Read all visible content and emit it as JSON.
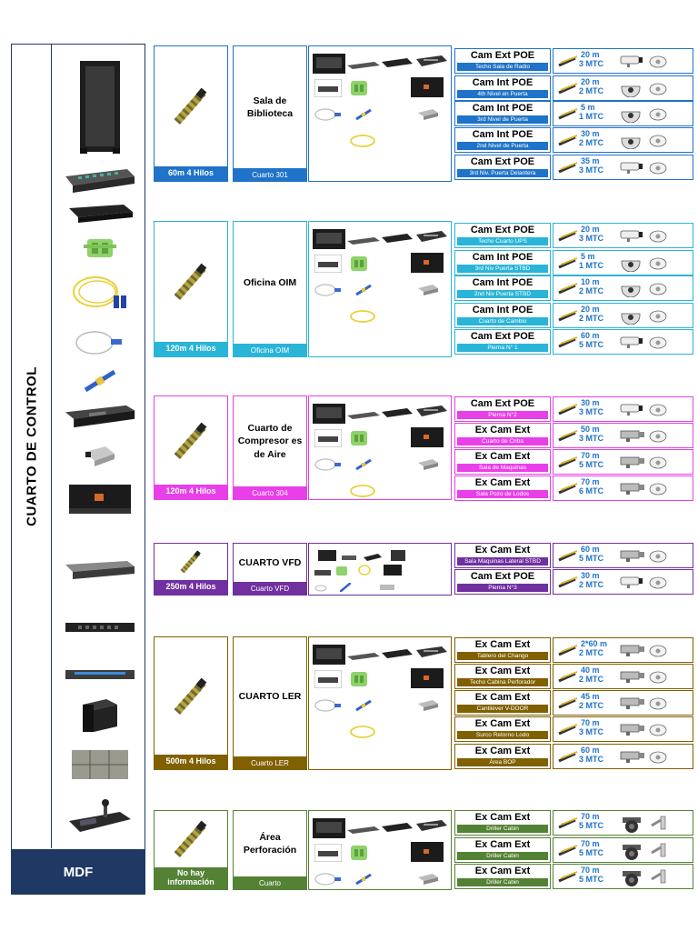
{
  "control": {
    "label": "CUARTO DE CONTROL",
    "footer": "MDF"
  },
  "colors": {
    "blue": "#1f73c8",
    "cyan": "#29b4d8",
    "magenta": "#e83fe8",
    "purple": "#7030a0",
    "olive": "#806000",
    "green": "#548235",
    "navy": "#1f3864"
  },
  "groups": [
    {
      "id": "biblioteca",
      "color": "#1f73c8",
      "cable": "60m 4 Hilos",
      "room": "Sala de Biblioteca",
      "sub": "Cuarto 301",
      "cams": [
        {
          "type": "Cam Ext POE",
          "loc": "Techo Sala de Radio",
          "len": "20 m",
          "mtc": "3 MTC"
        },
        {
          "type": "Cam Int POE",
          "loc": "4th Nivel en Puerta",
          "len": "20 m",
          "mtc": "2 MTC"
        },
        {
          "type": "Cam Int POE",
          "loc": "3rd Nivel de Puerta",
          "len": "5 m",
          "mtc": "1 MTC"
        },
        {
          "type": "Cam Int POE",
          "loc": "2nd Nivel de Puerta",
          "len": "30 m",
          "mtc": "2 MTC"
        },
        {
          "type": "Cam Ext POE",
          "loc": "3rd Niv. Puerta Delantera",
          "len": "35 m",
          "mtc": "3 MTC"
        }
      ]
    },
    {
      "id": "oim",
      "color": "#29b4d8",
      "cable": "120m 4 Hilos",
      "room": "Oficina OIM",
      "sub": "Oficina OIM",
      "cams": [
        {
          "type": "Cam Ext POE",
          "loc": "Techo Cuarto UPS",
          "len": "20 m",
          "mtc": "3 MTC"
        },
        {
          "type": "Cam Int POE",
          "loc": "3rd Niv Puerta STBD",
          "len": "5 m",
          "mtc": "1 MTC"
        },
        {
          "type": "Cam Int POE",
          "loc": "2nd Niv Puerta STBD",
          "len": "10 m",
          "mtc": "2 MTC"
        },
        {
          "type": "Cam Int POE",
          "loc": "Cuarto de Cambio",
          "len": "20 m",
          "mtc": "2 MTC"
        },
        {
          "type": "Cam Ext POE",
          "loc": "Pierna N° 1",
          "len": "60 m",
          "mtc": "5 MTC"
        }
      ]
    },
    {
      "id": "compresor",
      "color": "#e83fe8",
      "cable": "120m 4 Hilos",
      "room": "Cuarto de Compresor es de Aire",
      "sub": "Cuarto 304",
      "cams": [
        {
          "type": "Cam Ext POE",
          "loc": "Pierna N°2",
          "len": "30 m",
          "mtc": "3 MTC"
        },
        {
          "type": "Ex Cam Ext",
          "loc": "Cuarto de Criba",
          "len": "50 m",
          "mtc": "3 MTC"
        },
        {
          "type": "Ex Cam Ext",
          "loc": "Sala de Maquinas",
          "len": "70 m",
          "mtc": "5 MTC"
        },
        {
          "type": "Ex Cam Ext",
          "loc": "Sala Pozo de Lodos",
          "len": "70 m",
          "mtc": "6 MTC"
        }
      ]
    },
    {
      "id": "vfd",
      "color": "#7030a0",
      "cable": "250m 4 Hilos",
      "room": "CUARTO VFD",
      "sub": "Cuarto VFD",
      "cams": [
        {
          "type": "Ex Cam Ext",
          "loc": "Sala Maquinas Lateral STBD",
          "len": "60 m",
          "mtc": "5 MTC"
        },
        {
          "type": "Cam Ext POE",
          "loc": "Pierna N°3",
          "len": "30 m",
          "mtc": "2 MTC"
        }
      ]
    },
    {
      "id": "ler",
      "color": "#806000",
      "cable": "500m 4 Hilos",
      "room": "CUARTO LER",
      "sub": "Cuarto LER",
      "cams": [
        {
          "type": "Ex Cam Ext",
          "loc": "Tablero del Chango",
          "len": "2*60 m",
          "mtc": "2 MTC"
        },
        {
          "type": "Ex Cam Ext",
          "loc": "Techo Cabina Perforador",
          "len": "40 m",
          "mtc": "2 MTC"
        },
        {
          "type": "Ex Cam Ext",
          "loc": "Cantiléver V-DOOR",
          "len": "45 m",
          "mtc": "2 MTC"
        },
        {
          "type": "Ex Cam Ext",
          "loc": "Surco Retorno Lodo",
          "len": "70 m",
          "mtc": "3 MTC"
        },
        {
          "type": "Ex Cam Ext",
          "loc": "Área BOP",
          "len": "60 m",
          "mtc": "3 MTC"
        }
      ]
    },
    {
      "id": "perforacion",
      "color": "#548235",
      "cable": "No hay información",
      "room": "Área Perforación",
      "sub": "Cuarto",
      "cams": [
        {
          "type": "Ex Cam Ext",
          "loc": "Driller Cabin",
          "len": "70 m",
          "mtc": "5 MTC"
        },
        {
          "type": "Ex Cam Ext",
          "loc": "Driller Cabin",
          "len": "70 m",
          "mtc": "5 MTC"
        },
        {
          "type": "Ex Cam Ext",
          "loc": "Driller Cabin",
          "len": "70 m",
          "mtc": "5 MTC"
        }
      ]
    }
  ]
}
